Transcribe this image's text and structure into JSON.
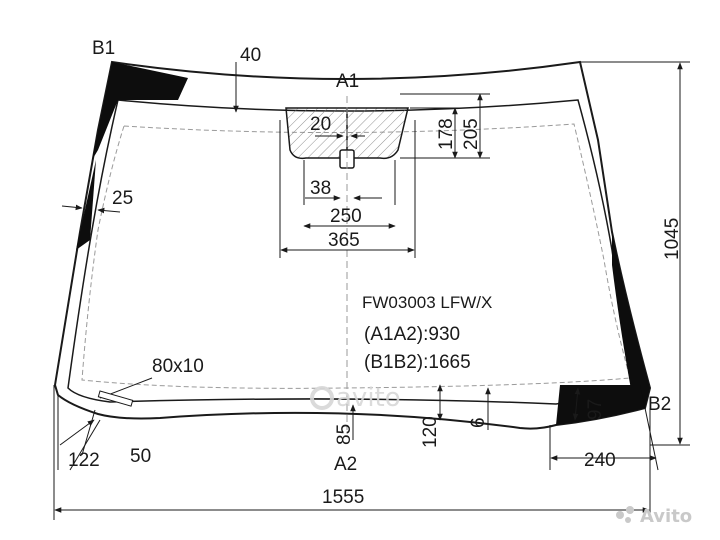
{
  "part_code": "FW03003 LFW/X",
  "specs": {
    "a1a2": "(A1A2):930",
    "b1b2": "(B1B2):1665"
  },
  "points": {
    "a1": "A1",
    "a2": "A2",
    "b1": "B1",
    "b2": "B2"
  },
  "dimensions": {
    "d40": "40",
    "d20": "20",
    "d178": "178",
    "d205": "205",
    "d38": "38",
    "d250": "250",
    "d365": "365",
    "d25": "25",
    "d1045": "1045",
    "d80x10": "80x10",
    "d85": "85",
    "d120": "120",
    "d6": "6",
    "d97": "97",
    "d240": "240",
    "d122": "122",
    "d50": "50",
    "d1555": "1555"
  },
  "watermarks": {
    "brand_left": "avito",
    "brand_right": "Avito"
  },
  "colors": {
    "line": "#1a1a1a",
    "fill_dark": "#0d0d0d",
    "dashed": "#9a9a9a",
    "watermark": "#d6d6d6"
  }
}
